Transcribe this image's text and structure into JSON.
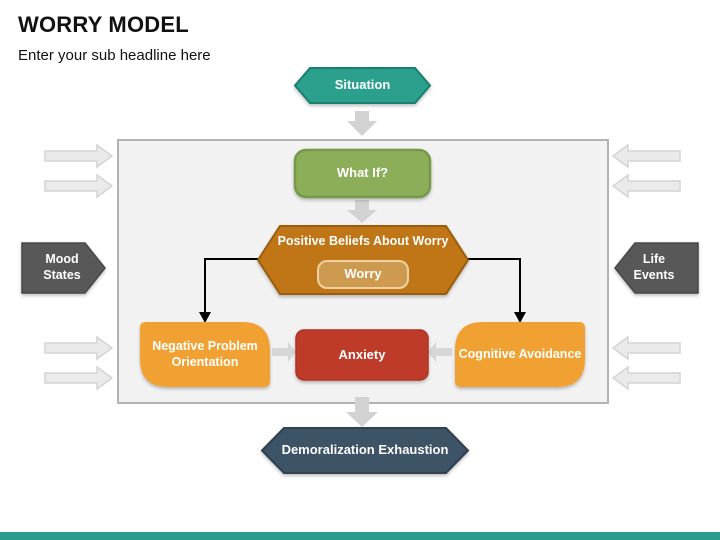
{
  "slide": {
    "title": "WORRY MODEL",
    "subtitle": "Enter your sub headline here",
    "accent_bar_color": "#2A9D8F"
  },
  "diagram": {
    "nodes": {
      "situation": {
        "label": "Situation",
        "color": "#2AA08D",
        "border": "#1B7E6E"
      },
      "what_if": {
        "label": "What If?",
        "color": "#8CAE58",
        "border": "#74984A"
      },
      "positive_beliefs": {
        "label": "Positive Beliefs About Worry",
        "color": "#C07617",
        "border": "#9A5D0F"
      },
      "worry": {
        "label": "Worry",
        "color": "#CE9A4F",
        "border": "#ECD2A3"
      },
      "negative_problem_orientation": {
        "label": "Negative Problem Orientation",
        "color": "#F0A132"
      },
      "anxiety": {
        "label": "Anxiety",
        "color": "#BE3A2B",
        "border": "#AC3426"
      },
      "cognitive_avoidance": {
        "label": "Cognitive Avoidance",
        "color": "#F0A132"
      },
      "mood_states": {
        "label": "Mood States",
        "color": "#595959",
        "border": "#474747"
      },
      "life_events": {
        "label": "Life Events",
        "color": "#595959",
        "border": "#474747"
      },
      "demoralization_exhaustion": {
        "label": "Demoralization Exhaustion",
        "color": "#3E5266",
        "border": "#31404F"
      }
    },
    "container_fill": "#F2F2F2",
    "container_border": "#B3B3B3",
    "flow_arrow_color": "#D2D2D2",
    "side_arrow_fill": "#EAEAEA",
    "connector_color": "#000000"
  }
}
